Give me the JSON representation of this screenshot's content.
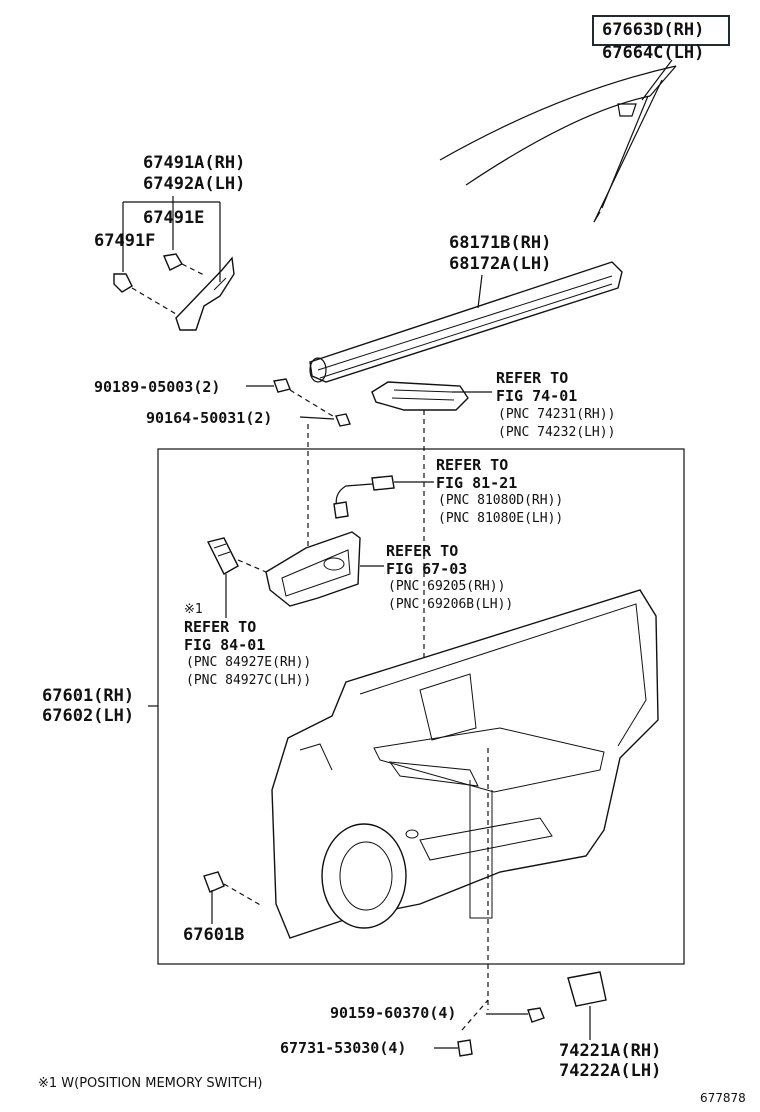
{
  "parts": {
    "moulding_rh": "67663D(RH)",
    "moulding_lh": "67664C(LH)",
    "armrest_rh": "67491A(RH)",
    "armrest_lh": "67492A(LH)",
    "armrest_e": "67491E",
    "armrest_f": "67491F",
    "weatherstrip_rh": "68171B(RH)",
    "weatherstrip_lh": "68172A(LH)",
    "screw_1": "90189-05003(2)",
    "screw_2": "90164-50031(2)",
    "trim_rh": "67601(RH)",
    "trim_lh": "67602(LH)",
    "clip": "67601B",
    "screw_3": "90159-60370(4)",
    "screw_4": "67731-53030(4)",
    "pocket_rh": "74221A(RH)",
    "pocket_lh": "74222A(LH)"
  },
  "refs": {
    "fig74": {
      "l1": "REFER TO",
      "l2": "FIG 74-01",
      "p1": "(PNC 74231(RH))",
      "p2": "(PNC 74232(LH))"
    },
    "fig81": {
      "l1": "REFER TO",
      "l2": "FIG 81-21",
      "p1": "(PNC 81080D(RH))",
      "p2": "(PNC 81080E(LH))"
    },
    "fig67": {
      "l1": "REFER TO",
      "l2": "FIG 67-03",
      "p1": "(PNC 69205(RH))",
      "p2": "(PNC 69206B(LH))"
    },
    "fig84": {
      "mark": "※1",
      "l1": "REFER TO",
      "l2": "FIG 84-01",
      "p1": "(PNC 84927E(RH))",
      "p2": "(PNC 84927C(LH))"
    }
  },
  "footnote": "※1 W(POSITION MEMORY SWITCH)",
  "diagram_id": "677878"
}
